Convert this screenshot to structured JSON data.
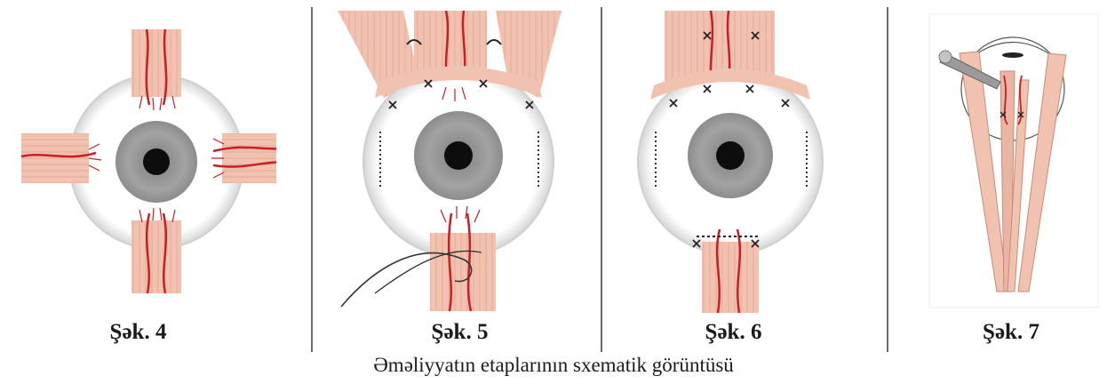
{
  "figures": [
    {
      "label": "Şək. 4"
    },
    {
      "label": "Şək. 5"
    },
    {
      "label": "Şək. 6"
    },
    {
      "label": "Şək. 7"
    }
  ],
  "caption": "Əməliyyatın etaplarının sxematik görüntüsü",
  "colors": {
    "muscle": "#f2c2b0",
    "muscle_stripe": "#d9907a",
    "vessel": "#c81e24",
    "iris": "#9c9c9c",
    "pupil": "#0d0d0d",
    "divider": "#6b6b6b"
  }
}
